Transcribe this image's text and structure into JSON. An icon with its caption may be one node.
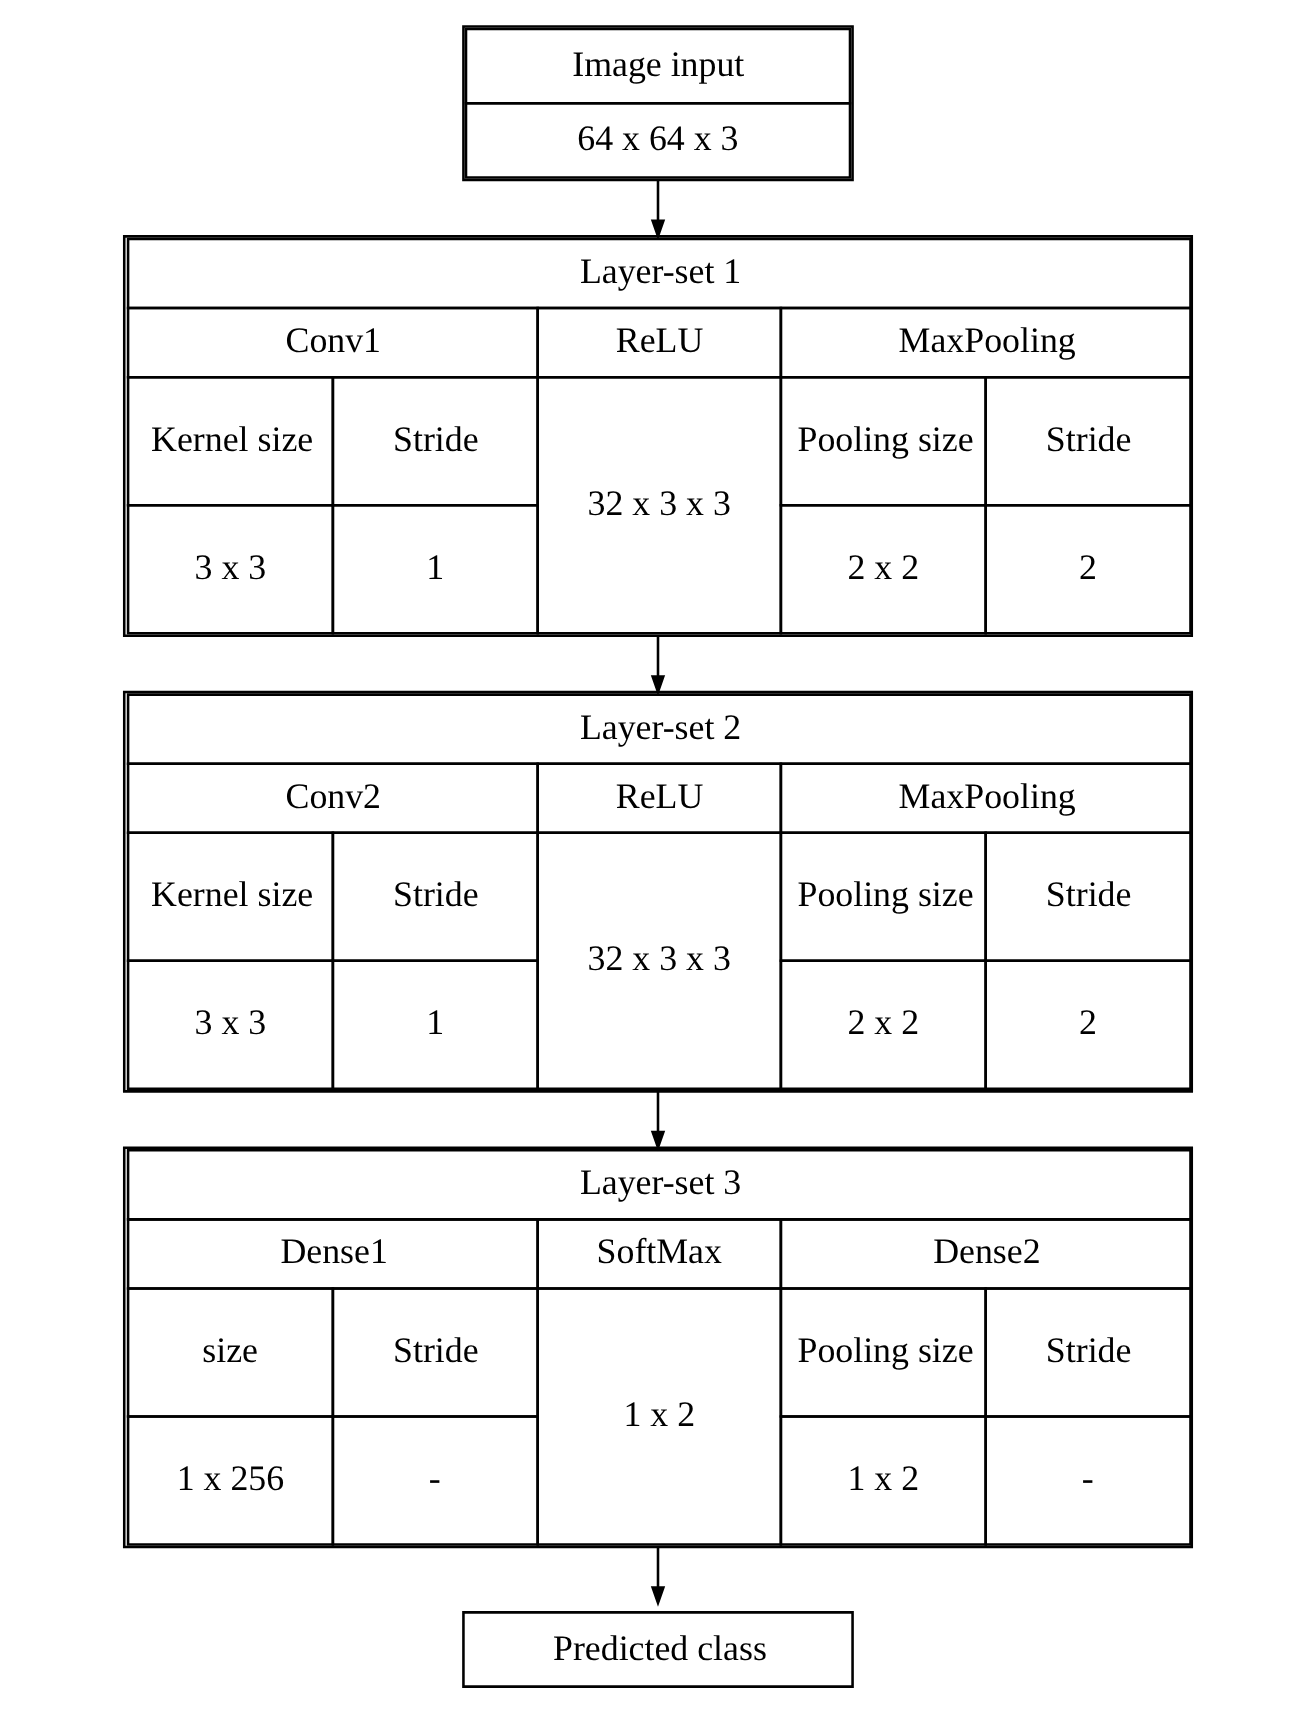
{
  "diagram": {
    "nodes": [
      {
        "text": [
          "Image input",
          "64 x 64 x 3"
        ]
      },
      {
        "text": [
          "Layer-set 1",
          "Conv1",
          "ReLU",
          "MaxPooling",
          "Kernel size",
          "Stride",
          "32 x 3 x 3",
          "Pooling size",
          "Stride",
          "3 x 3",
          "1",
          "2 x 2",
          "2"
        ]
      },
      {
        "text": [
          "Layer-set 2",
          "Conv2",
          "ReLU",
          "MaxPooling",
          "Kernel size",
          "Stride",
          "32 x 3 x 3",
          "Pooling size",
          "Stride",
          "3 x 3",
          "1",
          "2 x 2",
          "2"
        ]
      },
      {
        "text": [
          "Layer-set 3",
          "Dense1",
          "SoftMax",
          "Dense2",
          "size",
          "Stride",
          "1 x 2",
          "Pooling size",
          "Stride",
          "1 x 256",
          "-",
          "1 x 2",
          "-"
        ]
      },
      {
        "text": [
          "Predicted class"
        ]
      }
    ],
    "edges": [
      {
        "from": 0,
        "to": 1,
        "arrow": "to"
      },
      {
        "from": 1,
        "to": 2,
        "arrow": "to"
      },
      {
        "from": 2,
        "to": 3,
        "arrow": "to"
      },
      {
        "from": 3,
        "to": 4,
        "arrow": "to"
      }
    ]
  }
}
